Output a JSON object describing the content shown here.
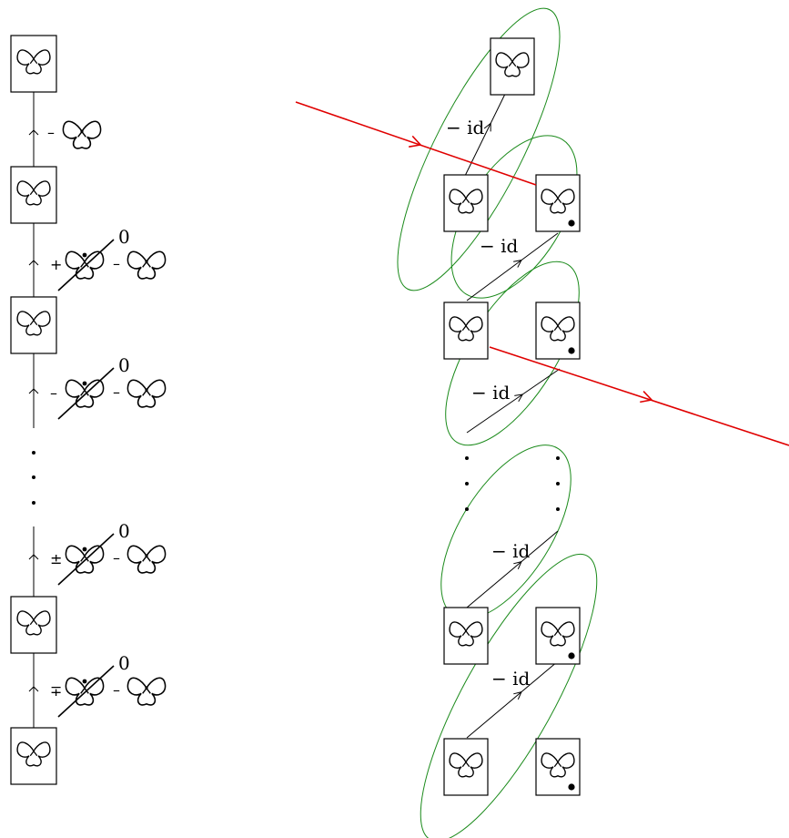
{
  "colors": {
    "ink": "#000000",
    "cut_line": "#e00000",
    "ellipse": "#1a8a1a",
    "background": "#ffffff"
  },
  "left_column": {
    "steps": [
      {
        "sign": "–",
        "has_crossed_term": false,
        "zero_label": ""
      },
      {
        "sign": "+",
        "has_crossed_term": true,
        "zero_label": "0"
      },
      {
        "sign": "–",
        "has_crossed_term": true,
        "zero_label": "0"
      },
      {
        "sign": "±",
        "has_crossed_term": true,
        "zero_label": "0"
      },
      {
        "sign": "∓",
        "has_crossed_term": true,
        "zero_label": "0"
      }
    ],
    "minus_sign": "–",
    "ellipsis": "⋮"
  },
  "right_grid": {
    "map_label": "− id",
    "dot_rows": [
      false,
      true,
      true,
      true,
      true
    ]
  },
  "icons": {
    "surface": "trefoil-surface-icon",
    "dotted_surface": "dotted-trefoil-surface-icon",
    "arrow": "arrow-icon"
  }
}
